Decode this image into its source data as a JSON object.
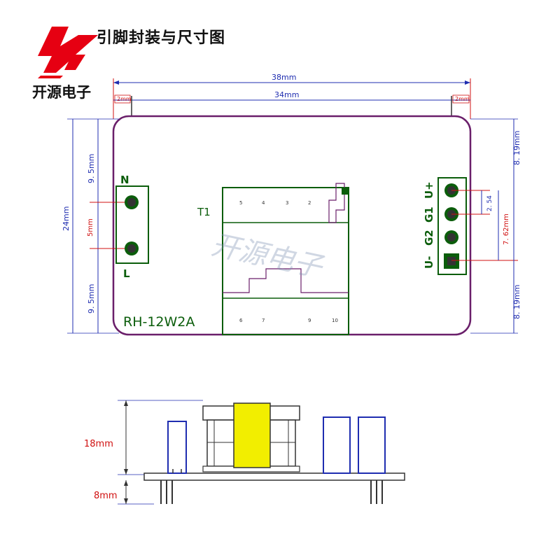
{
  "header": {
    "title": "引脚封装与尺寸图",
    "brand": "开源电子",
    "logo_colors": {
      "primary": "#e60012"
    }
  },
  "top_view": {
    "overall_width": "38mm",
    "pin_span": "34mm",
    "left_margin": "2mm",
    "right_margin": "2mm",
    "height": "24mm",
    "left_top_gap": "9. 5mm",
    "left_pin_pitch": "5mm",
    "left_bottom_gap": "9. 5mm",
    "right_top_gap": "8. 19mm",
    "right_pitch": "2. 54",
    "right_span": "7. 62mm",
    "right_bottom_gap": "8. 19mm",
    "left_pins": {
      "top": "N",
      "bottom": "L"
    },
    "right_pins": [
      "U+",
      "G1",
      "G2",
      "U-"
    ],
    "transformer_label": "T1",
    "transformer_pins_top": [
      "5",
      "4",
      "3",
      "2"
    ],
    "transformer_pins_bottom": [
      "6",
      "7",
      "9",
      "10"
    ],
    "model": "RH-12W2A",
    "watermark": "开源电子",
    "colors": {
      "board_outline": "#6a1f6a",
      "copper_green": "#0b5d0b",
      "dim_blue": "#1f2db0",
      "dim_red": "#d01010"
    }
  },
  "side_view": {
    "height_components": "18mm",
    "height_pins": "8mm",
    "colors": {
      "transformer_core": "#f2ee00",
      "capacitor_outline": "#1f2db0"
    }
  }
}
